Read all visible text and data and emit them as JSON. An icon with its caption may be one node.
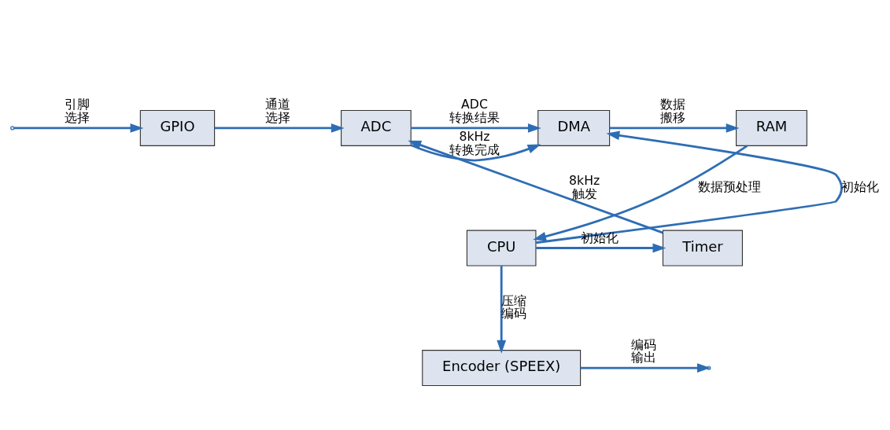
{
  "diagram": {
    "nodes": [
      {
        "text": [
          "GPIO"
        ]
      },
      {
        "text": [
          "ADC"
        ]
      },
      {
        "text": [
          "DMA"
        ]
      },
      {
        "text": [
          "RAM"
        ]
      },
      {
        "text": [
          "Timer"
        ]
      },
      {
        "text": [
          "CPU"
        ]
      },
      {
        "text": [
          "Encoder (SPEEX)"
        ]
      }
    ],
    "edges": [
      {
        "from": null,
        "to": 0,
        "arrow": "to",
        "label": "引脚选择"
      },
      {
        "from": 0,
        "to": 1,
        "arrow": "to",
        "label": "通道选择"
      },
      {
        "from": 1,
        "to": 2,
        "arrow": "to",
        "label": "ADC 转换结果"
      },
      {
        "from": 1,
        "to": 2,
        "arrow": "to",
        "label": "8kHz 转换完成"
      },
      {
        "from": 2,
        "to": 3,
        "arrow": "to",
        "label": "数据搬移"
      },
      {
        "from": 3,
        "to": 5,
        "arrow": "to",
        "label": "数据预处理"
      },
      {
        "from": 5,
        "to": 4,
        "arrow": "to",
        "label": "初始化"
      },
      {
        "from": 4,
        "to": 1,
        "arrow": "to",
        "label": "8kHz 触发"
      },
      {
        "from": 5,
        "to": 2,
        "arrow": "to",
        "label": "初始化"
      },
      {
        "from": 5,
        "to": 6,
        "arrow": "to",
        "label": "压缩编码"
      },
      {
        "from": 6,
        "to": null,
        "arrow": "to",
        "label": "编码输出"
      }
    ]
  }
}
